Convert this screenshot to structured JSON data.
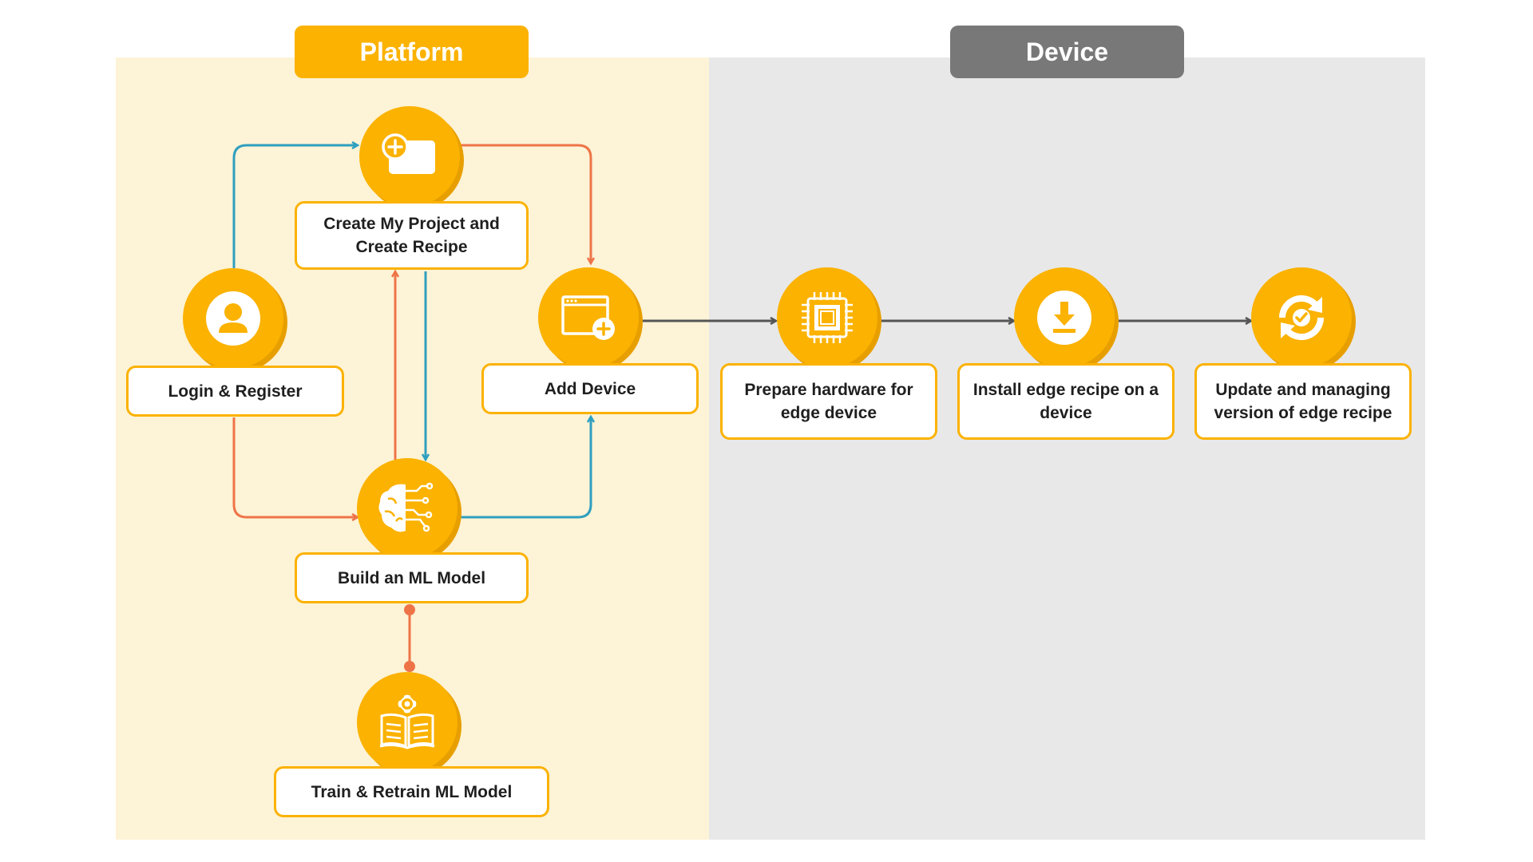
{
  "sections": {
    "platform": "Platform",
    "device": "Device"
  },
  "colors": {
    "accent": "#fbb200",
    "platform_bg": "#fdf3d6",
    "device_bg": "#e8e8e8",
    "arrow_teal": "#2f9fbf",
    "arrow_orange": "#ee7448",
    "arrow_gray": "#555555"
  },
  "nodes": {
    "create_project": {
      "label": "Create My Project and Create Recipe",
      "icon": "add-project-icon"
    },
    "login": {
      "label": "Login & Register",
      "icon": "user-icon"
    },
    "add_device": {
      "label": "Add Device",
      "icon": "add-window-icon"
    },
    "build_model": {
      "label": "Build an ML Model",
      "icon": "brain-circuit-icon"
    },
    "train_model": {
      "label": "Train & Retrain ML Model",
      "icon": "book-gear-icon"
    },
    "prepare_hardware": {
      "label": "Prepare hardware for edge device",
      "icon": "chip-icon"
    },
    "install_recipe": {
      "label": "Install edge recipe on a device",
      "icon": "download-icon"
    },
    "update_version": {
      "label": "Update and managing version of edge recipe",
      "icon": "sync-check-icon"
    }
  }
}
